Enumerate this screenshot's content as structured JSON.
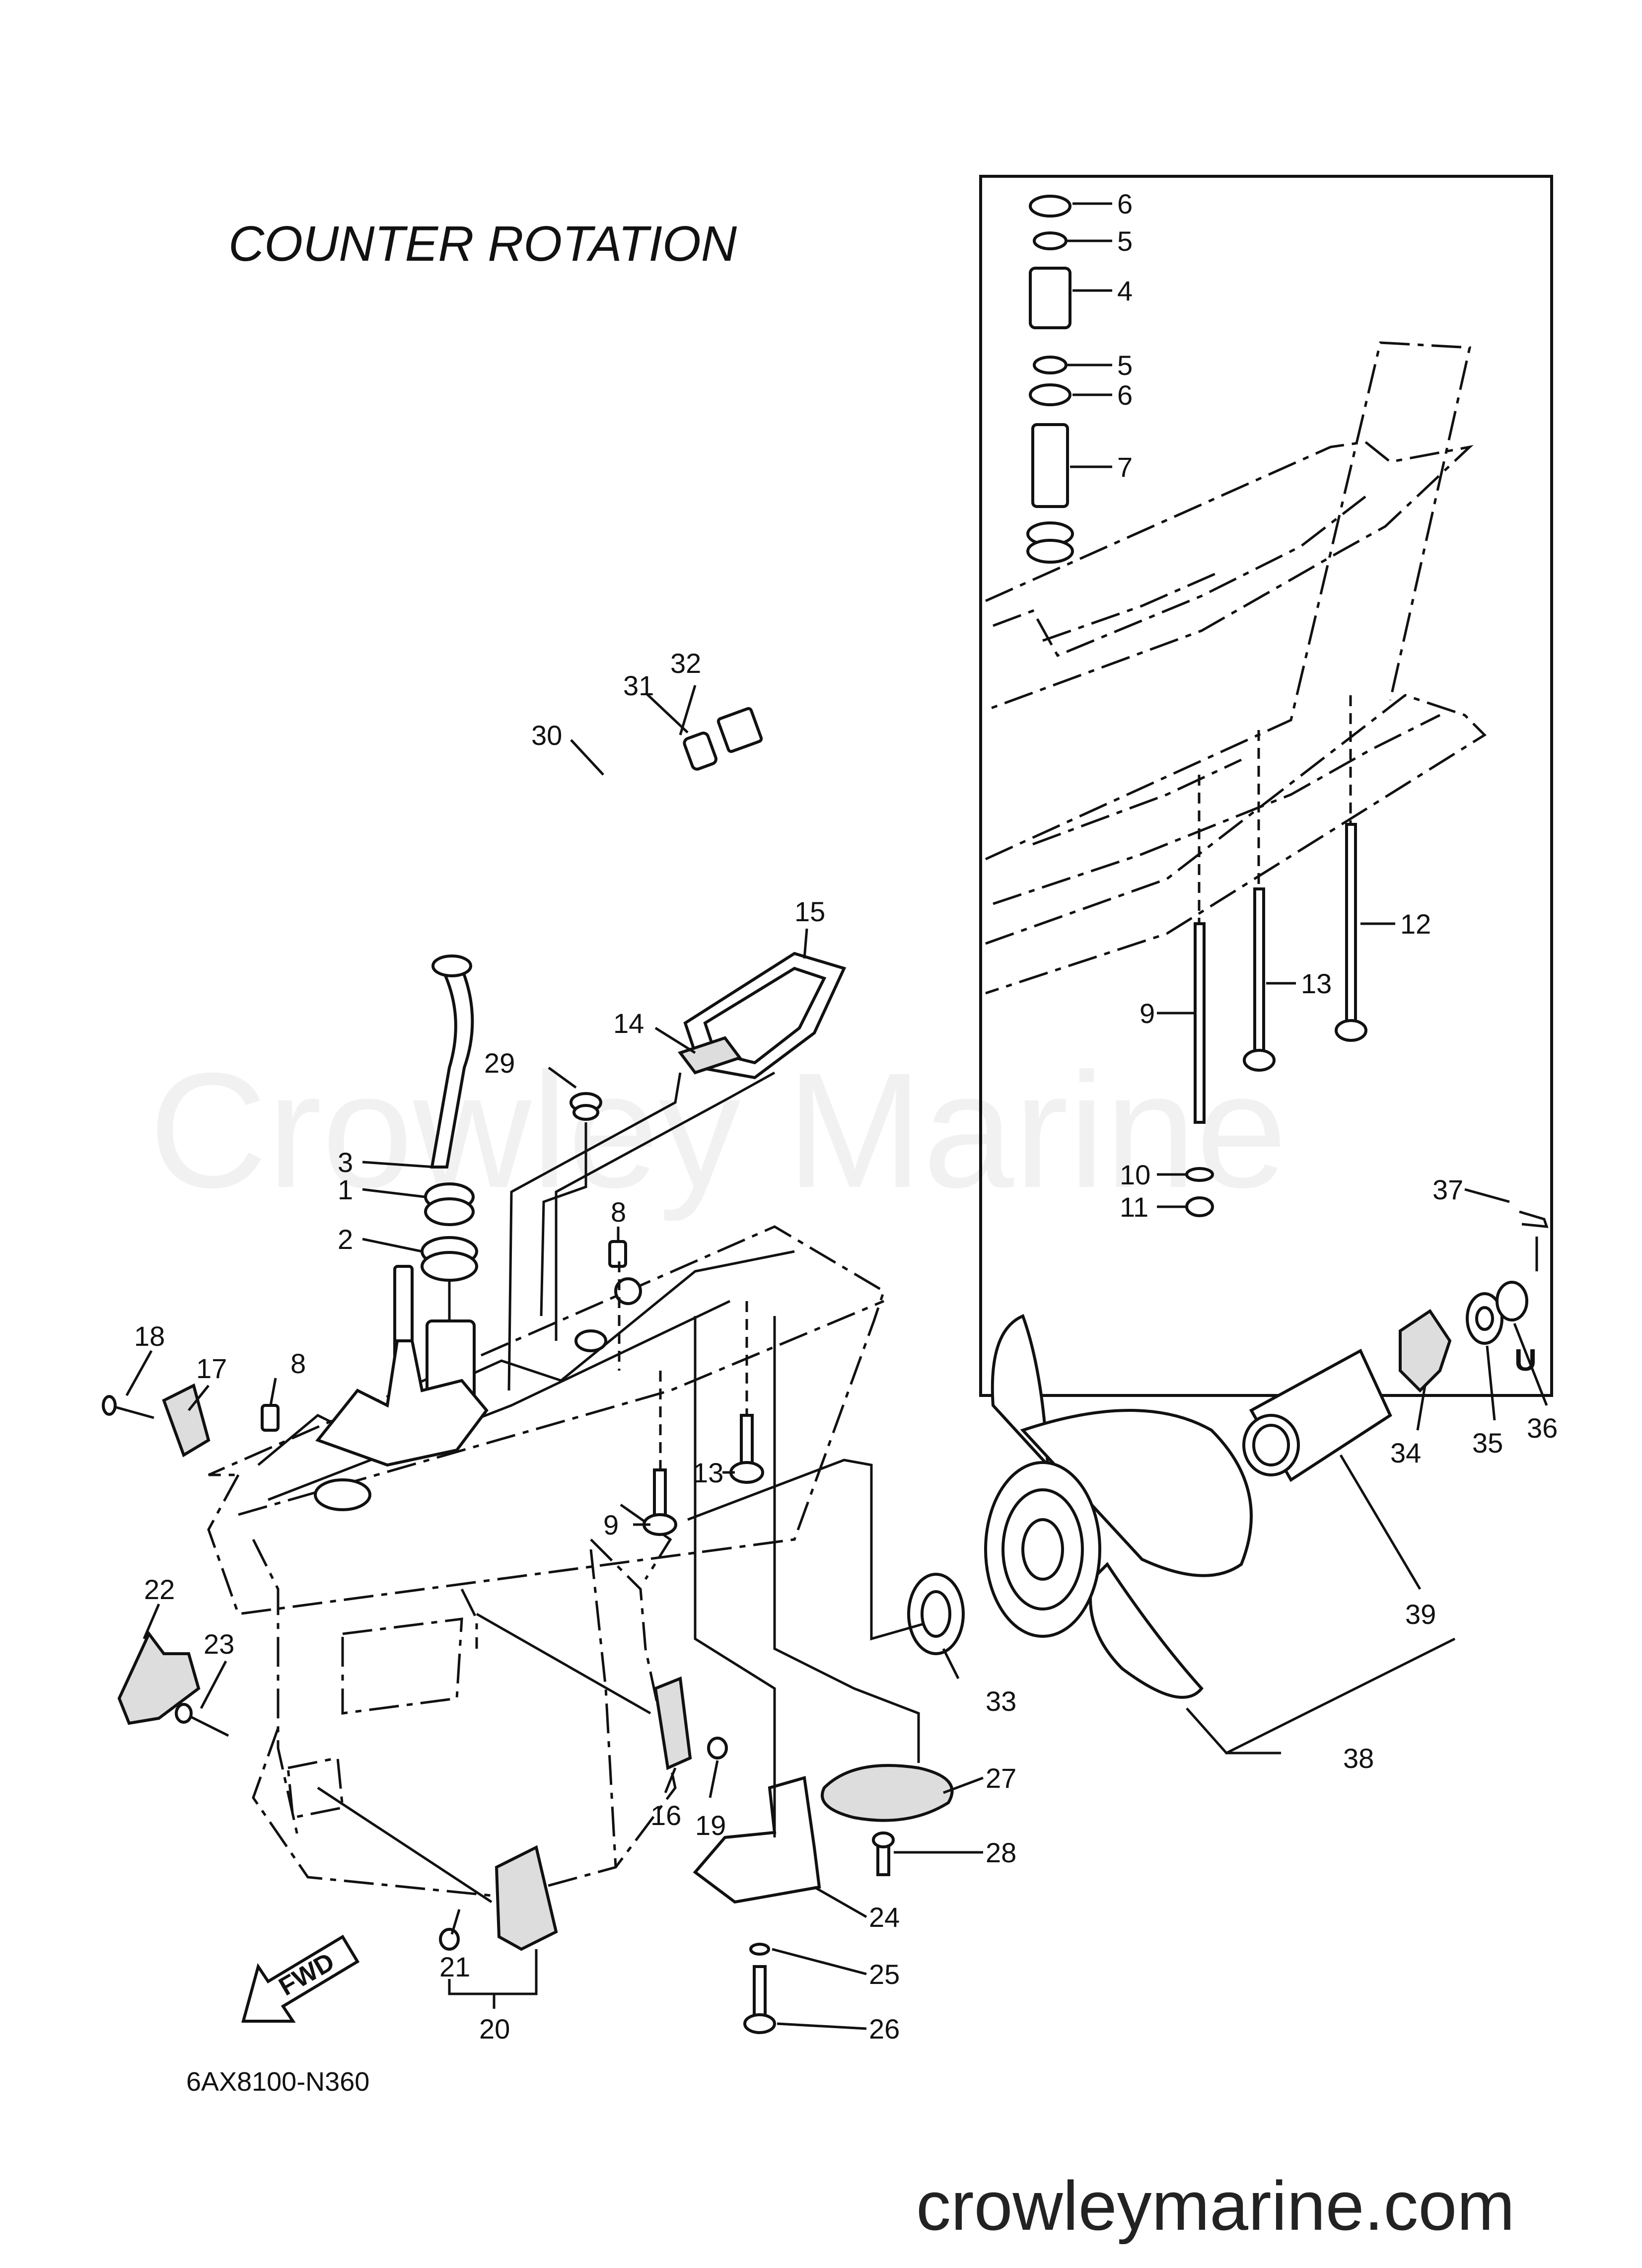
{
  "title": "COUNTER ROTATION",
  "diagram_code": "6AX8100-N360",
  "watermark": "Crowley Marine",
  "footer_url": "crowleymarine.com",
  "inset_label": "U",
  "direction_label": "FWD",
  "callouts": [
    "1",
    "2",
    "3",
    "4",
    "5",
    "5",
    "6",
    "6",
    "7",
    "8",
    "8",
    "9",
    "9",
    "10",
    "11",
    "12",
    "13",
    "13",
    "14",
    "15",
    "16",
    "17",
    "18",
    "19",
    "20",
    "21",
    "22",
    "23",
    "24",
    "25",
    "26",
    "27",
    "28",
    "29",
    "30",
    "31",
    "32",
    "33",
    "34",
    "35",
    "36",
    "37",
    "38",
    "39"
  ]
}
